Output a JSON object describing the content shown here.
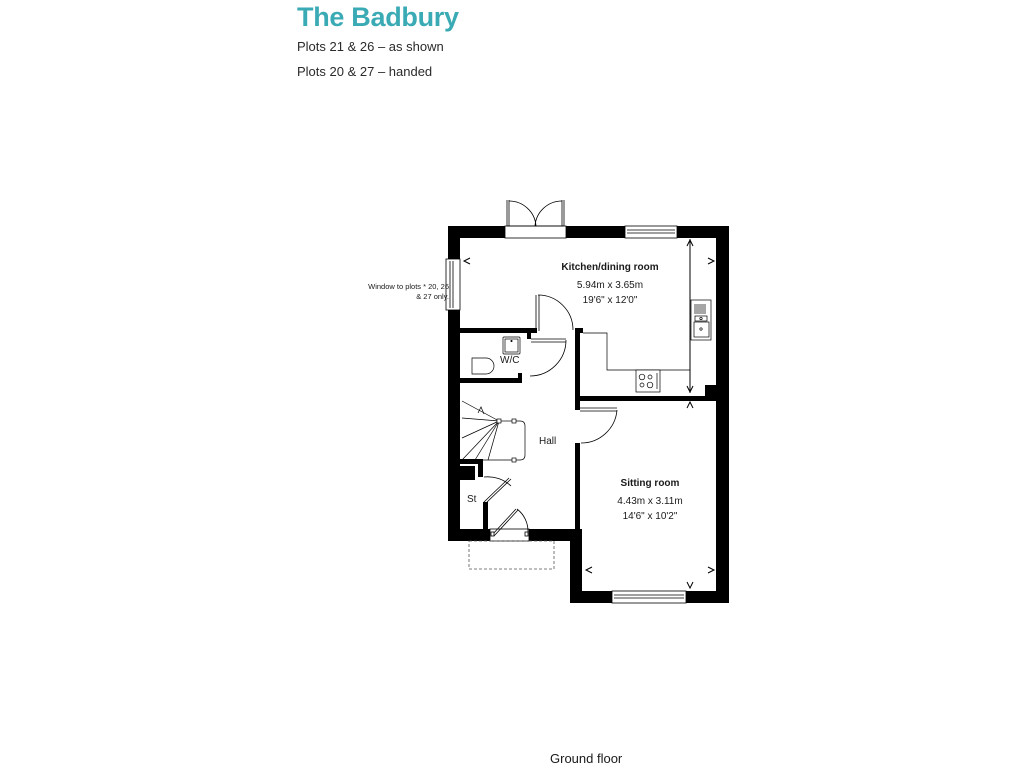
{
  "header": {
    "title": "The Badbury",
    "lines": [
      "Plots 21 & 26 – as shown",
      "Plots 20 & 27 – handed"
    ]
  },
  "floor_plan": {
    "floor_label": "Ground floor",
    "window_note": "Window to plots * 20, 26 & 27 only.",
    "rooms": {
      "kitchen": {
        "name": "Kitchen/dining room",
        "metric": "5.94m x 3.65m",
        "imperial": "19'6\" x 12'0\""
      },
      "sitting": {
        "name": "Sitting room",
        "metric": "4.43m x 3.11m",
        "imperial": "14'6\" x 10'2\""
      },
      "wc": {
        "name": "W/C"
      },
      "hall": {
        "name": "Hall"
      },
      "store": {
        "name": "St"
      }
    }
  },
  "colors": {
    "accent": "#3aaab5",
    "wall": "#000000",
    "text": "#1a1a1a",
    "background": "#ffffff"
  }
}
